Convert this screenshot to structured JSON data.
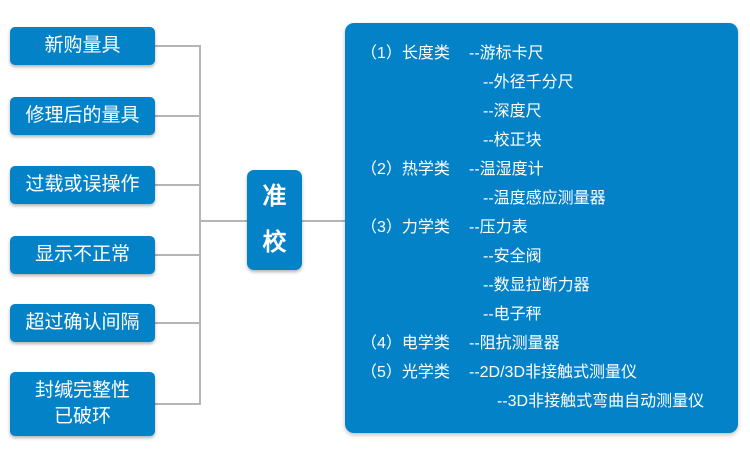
{
  "colors": {
    "node_blue": "#0482c8",
    "line_gray": "#b5b5b5",
    "text_white": "#ffffff"
  },
  "left_boxes": [
    {
      "label": "新购量具"
    },
    {
      "label": "修理后的量具"
    },
    {
      "label": "过载或误操作"
    },
    {
      "label": "显示不正常"
    },
    {
      "label": "超过确认间隔"
    },
    {
      "label": "封缄完整性\n已破环"
    }
  ],
  "center_box": {
    "label": "准\n校"
  },
  "panel": {
    "rows": [
      {
        "category": "（1）长度类",
        "item": "--游标卡尺"
      },
      {
        "category": "",
        "item": "--外径千分尺"
      },
      {
        "category": "",
        "item": "--深度尺"
      },
      {
        "category": "",
        "item": "--校正块"
      },
      {
        "category": "（2）热学类",
        "item": "--温湿度计"
      },
      {
        "category": "",
        "item": "--温度感应测量器"
      },
      {
        "category": "（3）力学类",
        "item": "--压力表"
      },
      {
        "category": "",
        "item": "--安全阀"
      },
      {
        "category": "",
        "item": "--数显拉断力器"
      },
      {
        "category": "",
        "item": "--电子秤"
      },
      {
        "category": "（4）电学类",
        "item": "--阻抗测量器"
      },
      {
        "category": "（5）光学类",
        "item": "--2D/3D非接触式测量仪"
      },
      {
        "category": "",
        "item": "--3D非接触式弯曲自动测量仪"
      }
    ]
  }
}
